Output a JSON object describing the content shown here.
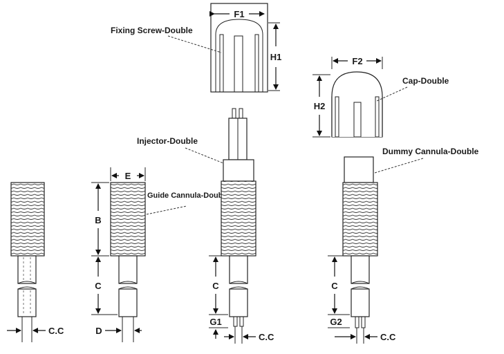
{
  "labels": {
    "fixing_screw": "Fixing Screw-Double",
    "cap": "Cap-Double",
    "injector": "Injector-Double",
    "dummy_cannula": "Dummy Cannula-Double",
    "guide_cannula": "Guide Cannula-Double"
  },
  "dimensions": {
    "f1": "F1",
    "f2": "F2",
    "h1": "H1",
    "h2": "H2",
    "e": "E",
    "b": "B",
    "c_guide": "C",
    "c_injector": "C",
    "c_dummy": "C",
    "d": "D",
    "g1": "G1",
    "g2": "G2",
    "cc_left": "C.C",
    "cc_injector": "C.C",
    "cc_dummy": "C.C"
  }
}
